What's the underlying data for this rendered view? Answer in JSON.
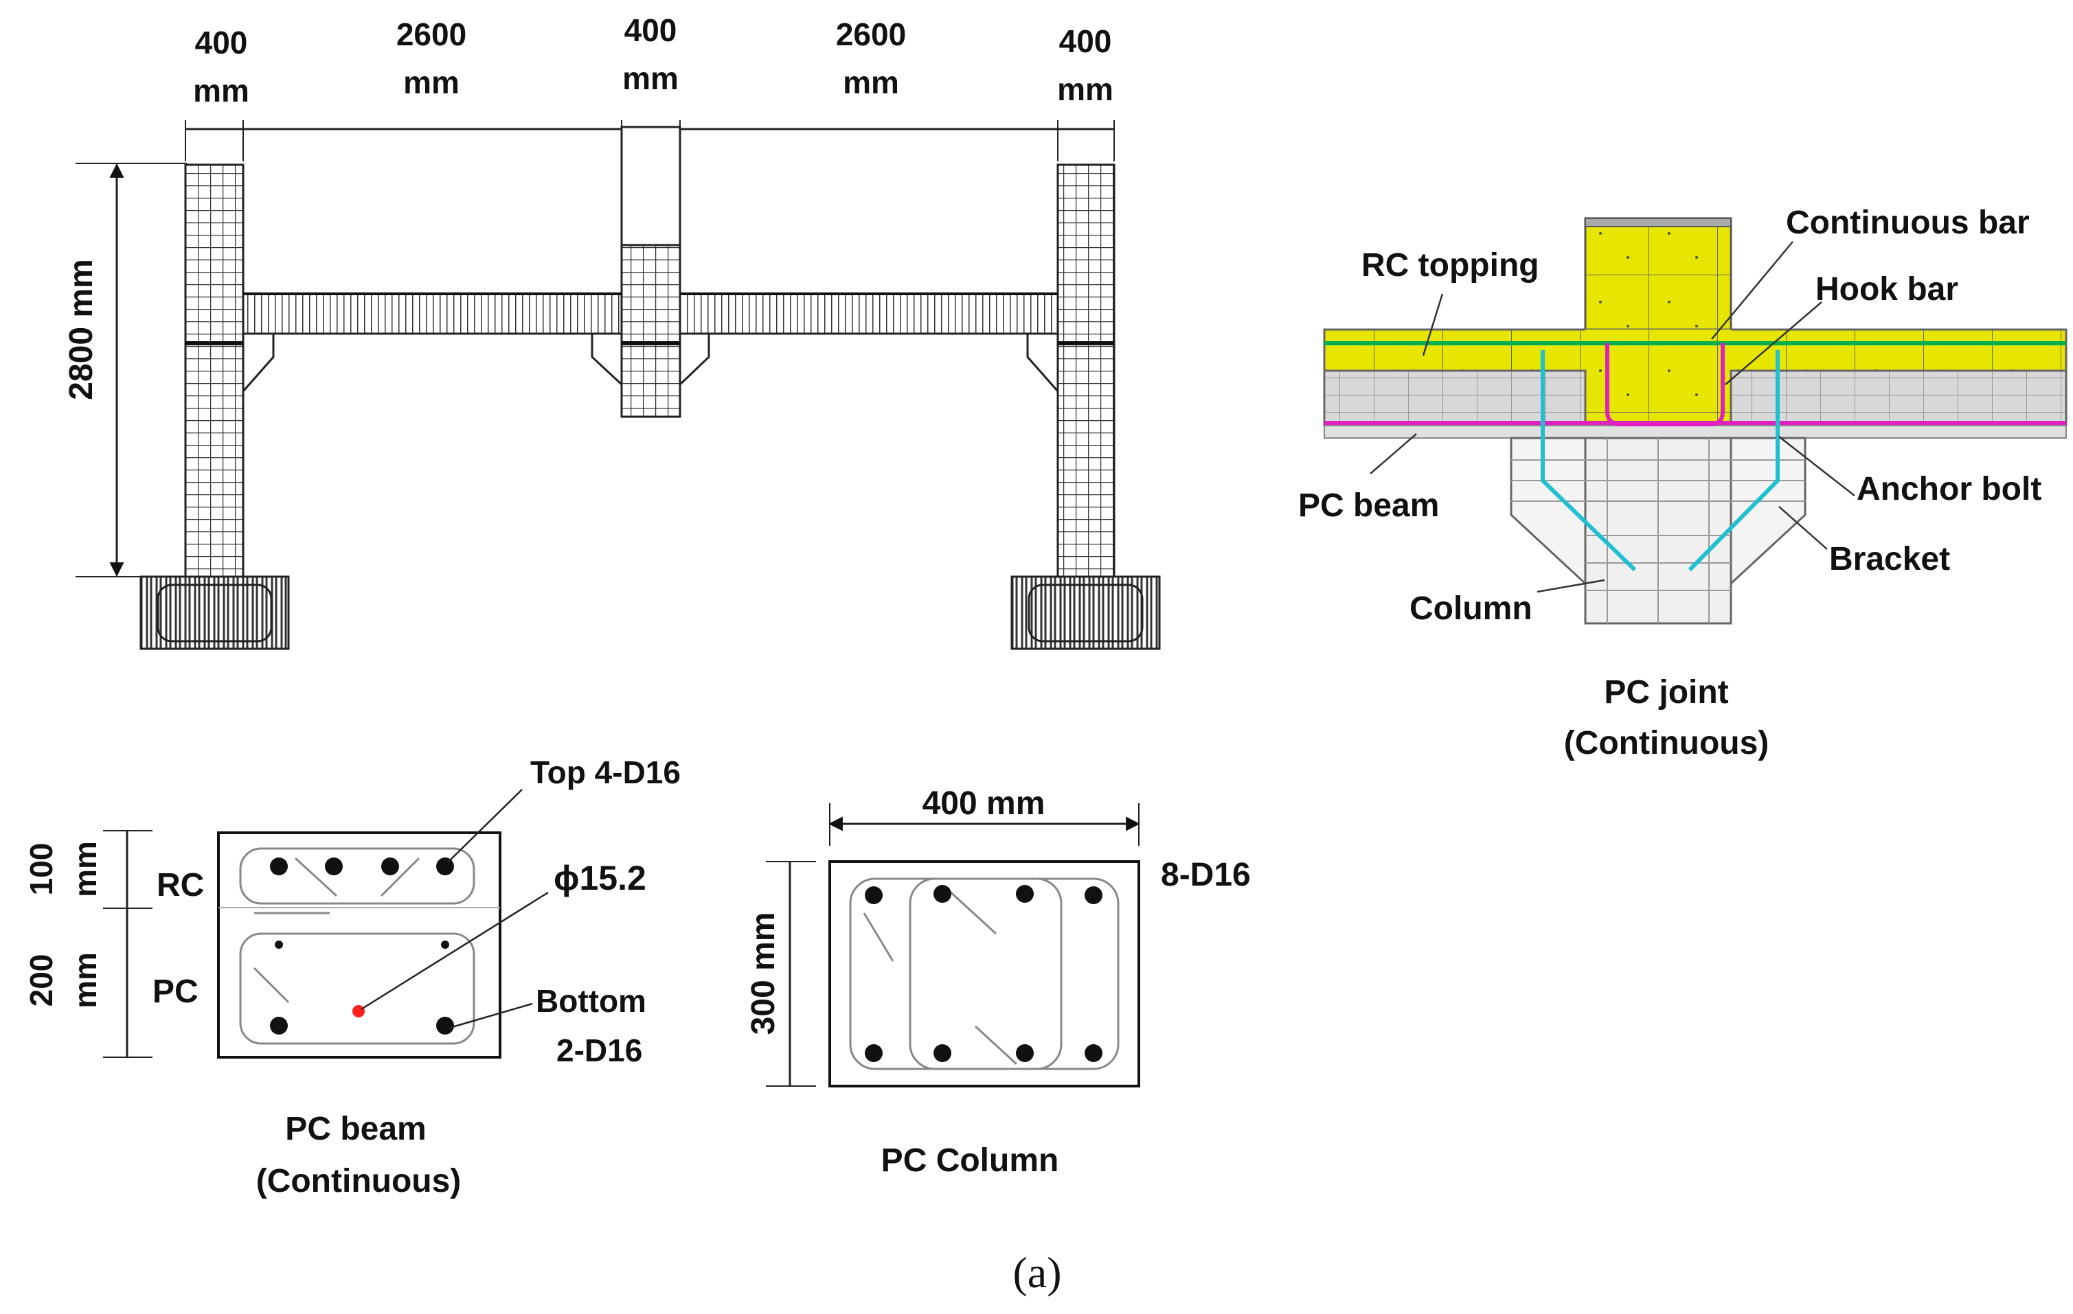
{
  "frame": {
    "dims_top": [
      {
        "value": "400",
        "unit": "mm"
      },
      {
        "value": "2600",
        "unit": "mm"
      },
      {
        "value": "400",
        "unit": "mm"
      },
      {
        "value": "2600",
        "unit": "mm"
      },
      {
        "value": "400",
        "unit": "mm"
      }
    ],
    "height_dim": "2800 mm"
  },
  "joint": {
    "labels": {
      "rc_topping": "RC topping",
      "continuous_bar": "Continuous bar",
      "hook_bar": "Hook bar",
      "pc_beam": "PC beam",
      "anchor_bolt": "Anchor bolt",
      "bracket": "Bracket",
      "column": "Column"
    },
    "caption_line1": "PC joint",
    "caption_line2": "(Continuous)",
    "colors": {
      "topping": "#e6e600",
      "continuous_bar": "#00b050",
      "hook_bar": "#e020c0",
      "anchor_bolt": "#20c0d0"
    }
  },
  "beam_section": {
    "dim_rc_value": "100",
    "dim_rc_unit": "mm",
    "dim_pc_value": "200",
    "dim_pc_unit": "mm",
    "label_rc": "RC",
    "label_pc": "PC",
    "top_bars": "Top 4-D16",
    "strand": "ϕ15.2",
    "bottom_bars_line1": "Bottom",
    "bottom_bars_line2": "2-D16",
    "caption_line1": "PC beam",
    "caption_line2": "(Continuous)",
    "strand_color": "#ff2020"
  },
  "column_section": {
    "width_dim": "400 mm",
    "height_dim": "300 mm",
    "bars": "8-D16",
    "caption": "PC Column"
  },
  "figure_label": "(a)"
}
